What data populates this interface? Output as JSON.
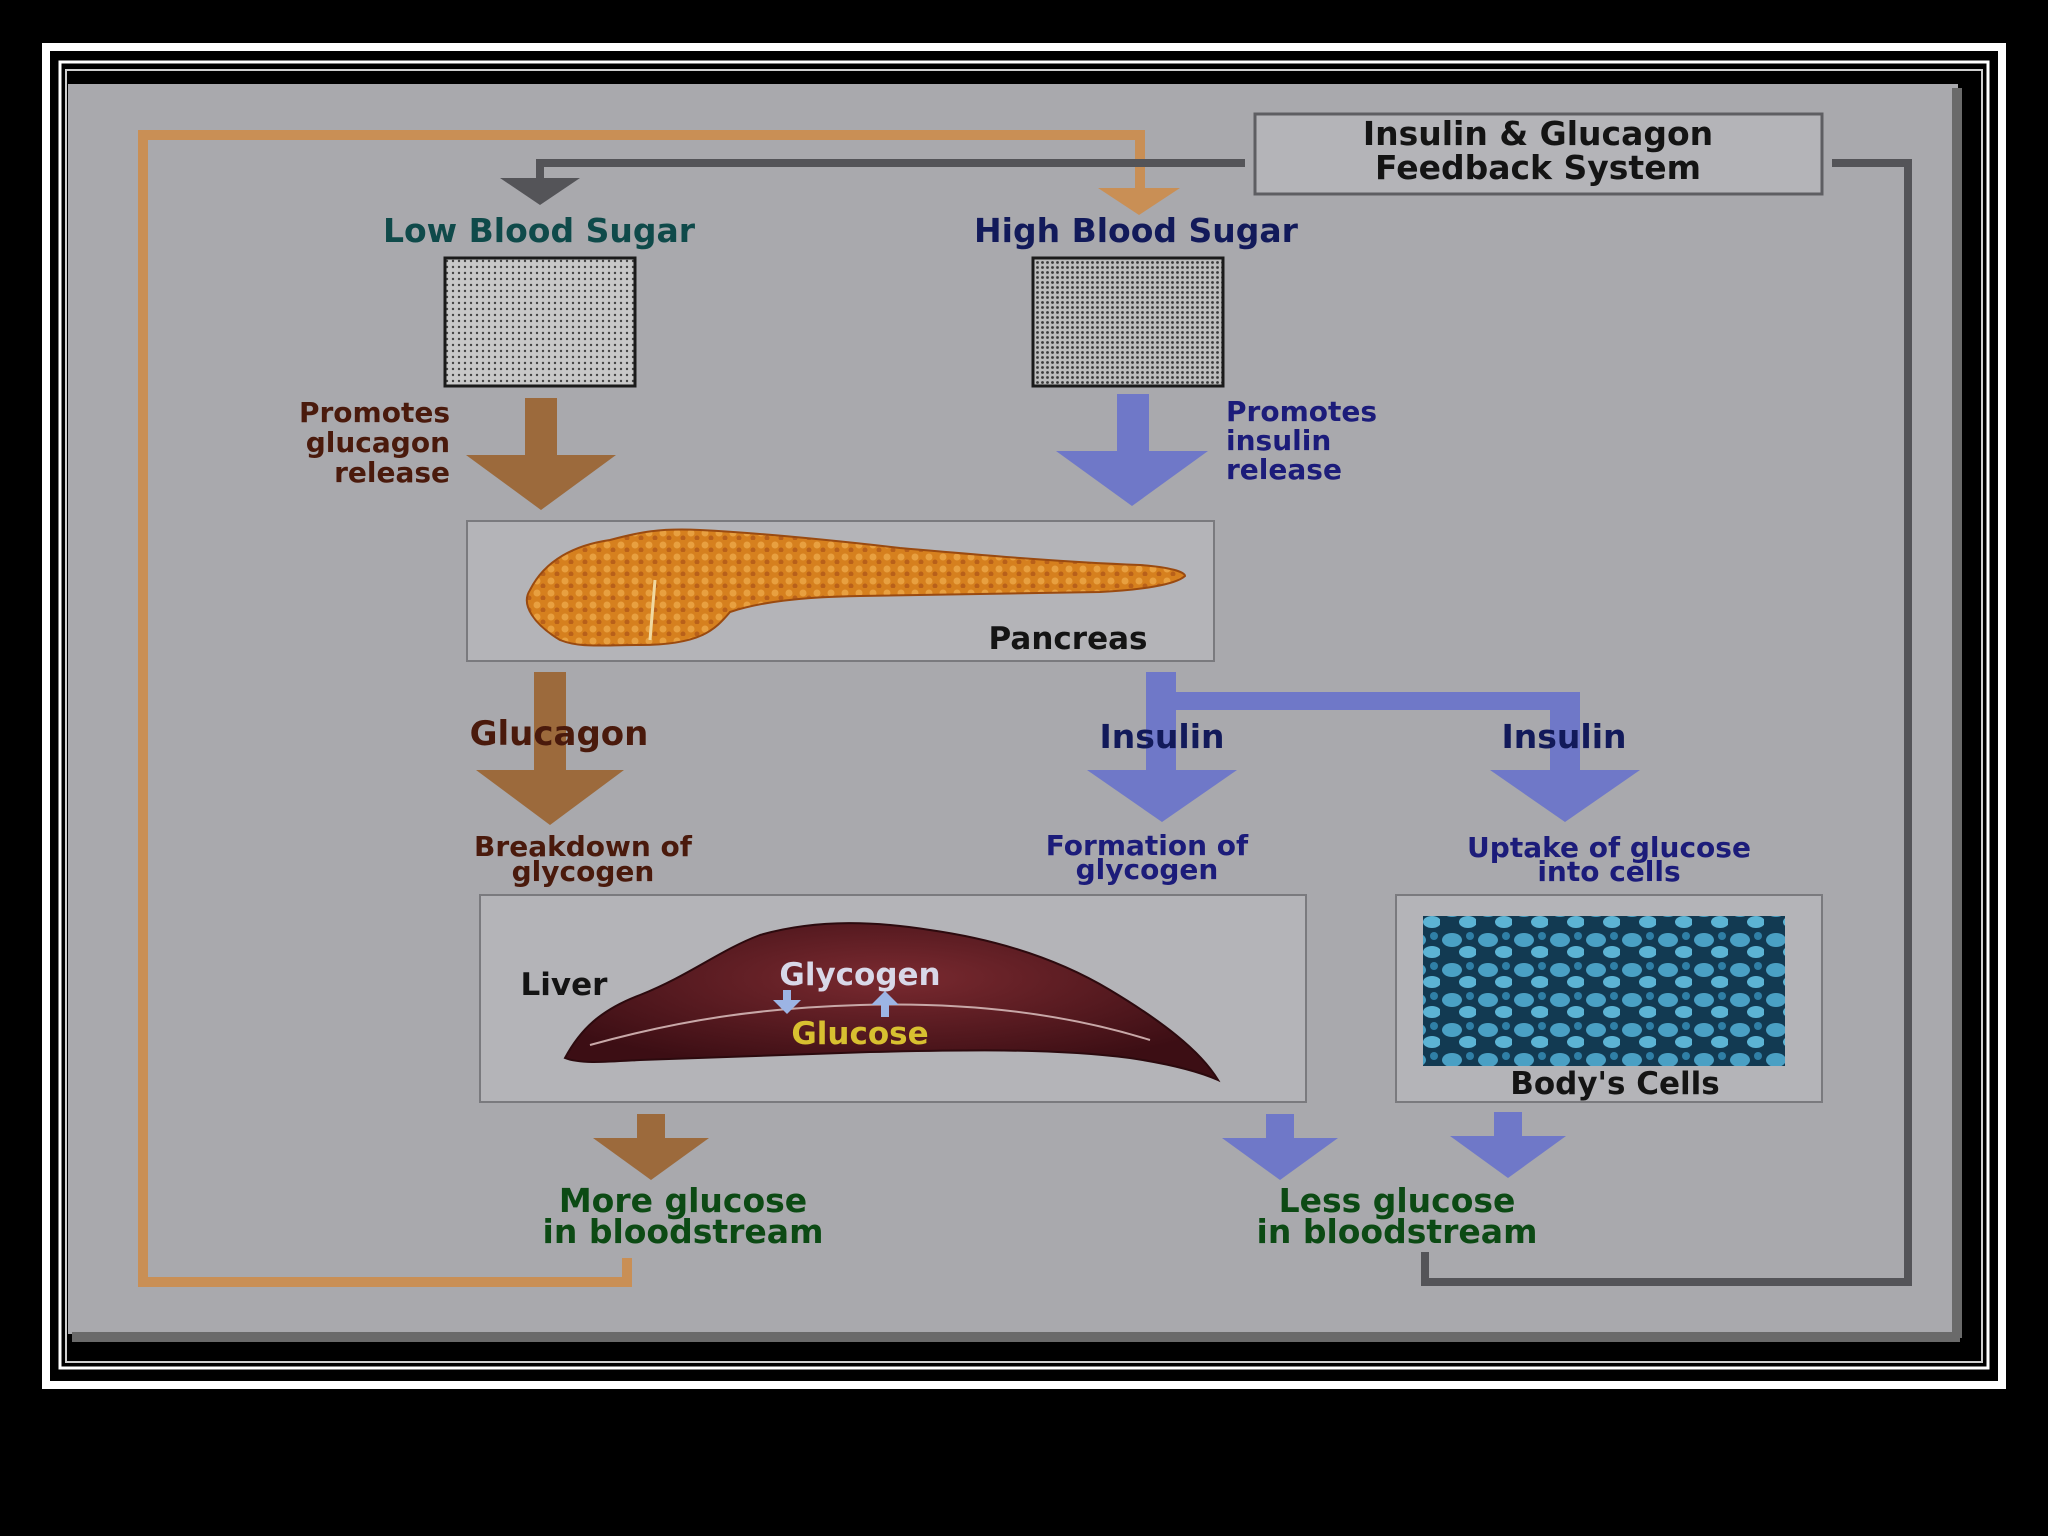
{
  "title_lines": [
    "Insulin & Glucagon",
    "Feedback System"
  ],
  "low_blood_sugar": "Low Blood Sugar",
  "high_blood_sugar": "High Blood Sugar",
  "promotes_glucagon": [
    "Promotes",
    "glucagon",
    "release"
  ],
  "promotes_insulin": [
    "Promotes",
    "insulin",
    "release"
  ],
  "pancreas": "Pancreas",
  "glucagon": "Glucagon",
  "insulin_left": "Insulin",
  "insulin_right": "Insulin",
  "breakdown": [
    "Breakdown of",
    "glycogen"
  ],
  "formation": [
    "Formation of",
    "glycogen"
  ],
  "uptake": [
    "Uptake of glucose",
    "into cells"
  ],
  "liver": "Liver",
  "glycogen": "Glycogen",
  "glucose": "Glucose",
  "bodys_cells": "Body's Cells",
  "more_glucose": [
    "More glucose",
    "in bloodstream"
  ],
  "less_glucose": [
    "Less glucose",
    "in bloodstream"
  ],
  "colors": {
    "background": "#a9a9ad",
    "frame_line": "#9a9a9a",
    "orange_loop": "#c98f55",
    "gray_loop": "#545458",
    "brown_arrow": "#9c6a3c",
    "blue_arrow": "#6f78c8",
    "teal_text": "#0f4a4a",
    "navy_text": "#121a5a",
    "brown_text": "#4a1a0c",
    "blue_text": "#1c1c7a",
    "green_text": "#0c4a14",
    "liver": "#5a1c22",
    "glucose_text": "#d8c030",
    "cells": "#2c7898",
    "pancreas": "#d07a1c"
  }
}
